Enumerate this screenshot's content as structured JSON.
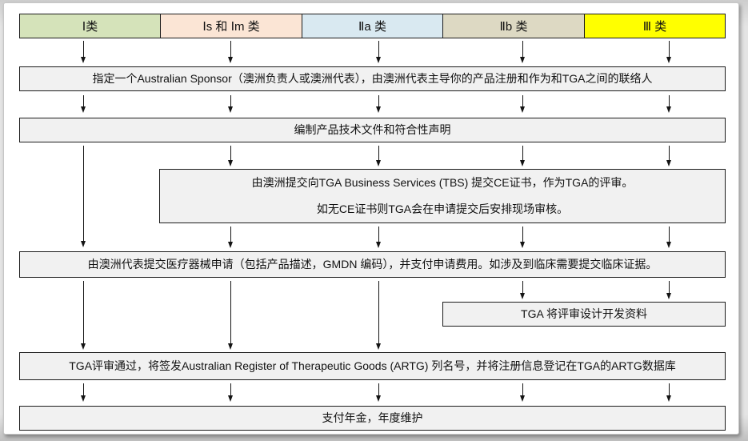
{
  "header": {
    "classes": [
      {
        "label": "Ⅰ类",
        "color": "#d5e3ba"
      },
      {
        "label": "Ⅰs 和 Ⅰm 类",
        "color": "#fbe5d5"
      },
      {
        "label": "Ⅱa 类",
        "color": "#d9e9f1"
      },
      {
        "label": "Ⅱb 类",
        "color": "#ddd9c3"
      },
      {
        "label": "Ⅲ 类",
        "color": "#ffff00"
      }
    ]
  },
  "flow": {
    "sponsor": "指定一个Australian Sponsor（澳洲负责人或澳洲代表），由澳洲代表主导你的产品注册和作为和TGA之间的联络人",
    "tech_docs": "编制产品技术文件和符合性声明",
    "tbs": {
      "line1": "由澳洲提交向TGA Business Services (TBS) 提交CE证书，作为TGA的评审。",
      "line2": "如无CE证书则TGA会在申请提交后安排现场审核。"
    },
    "application": "由澳洲代表提交医疗器械申请（包括产品描述，GMDN 编码），并支付申请费用。如涉及到临床需要提交临床证据。",
    "design_review": "TGA 将评审设计开发资料",
    "artg": "TGA评审通过，将签发Australian Register of Therapeutic Goods (ARTG) 列名号，并将注册信息登记在TGA的ARTG数据库",
    "maintenance": "支付年金，年度维护"
  },
  "colors": {
    "step_box_fill": "#f1f1f1",
    "border": "#1c1c1c"
  }
}
